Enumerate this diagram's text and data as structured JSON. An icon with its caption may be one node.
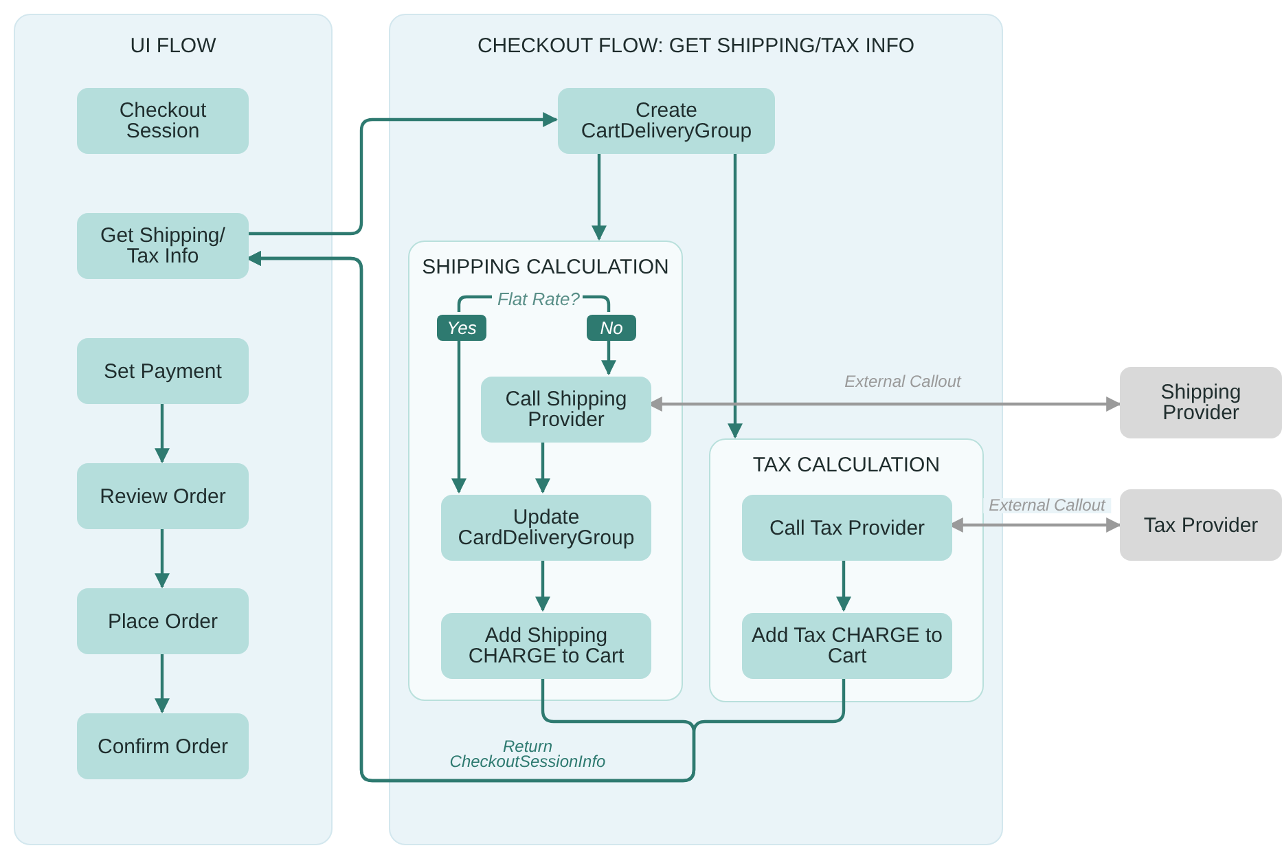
{
  "diagram": {
    "nodes": [
      {
        "text": [
          "UI FLOW"
        ]
      },
      {
        "text": [
          "Checkout Session"
        ],
        "in": 0
      },
      {
        "text": [
          "Get Shipping/ Tax Info"
        ],
        "in": 0
      },
      {
        "text": [
          "Set Payment"
        ],
        "in": 0
      },
      {
        "text": [
          "Review Order"
        ],
        "in": 0
      },
      {
        "text": [
          "Place Order"
        ],
        "in": 0
      },
      {
        "text": [
          "Confirm Order"
        ],
        "in": 0
      },
      {
        "text": [
          "CHECKOUT FLOW: GET SHIPPING/TAX INFO"
        ]
      },
      {
        "text": [
          "Create CartDeliveryGroup"
        ],
        "in": 7
      },
      {
        "text": [
          "SHIPPING CALCULATION"
        ],
        "in": 7
      },
      {
        "text": [
          "Flat Rate?"
        ],
        "in": 9
      },
      {
        "text": [
          "Yes"
        ],
        "in": 9
      },
      {
        "text": [
          "No"
        ],
        "in": 9
      },
      {
        "text": [
          "Call Shipping Provider"
        ],
        "in": 9
      },
      {
        "text": [
          "Update CardDeliveryGroup"
        ],
        "in": 9
      },
      {
        "text": [
          "Add Shipping CHARGE to Cart"
        ],
        "in": 9
      },
      {
        "text": [
          "TAX CALCULATION"
        ],
        "in": 7
      },
      {
        "text": [
          "Call Tax Provider"
        ],
        "in": 16
      },
      {
        "text": [
          "Add Tax CHARGE to Cart"
        ],
        "in": 16
      },
      {
        "text": [
          "Shipping Provider"
        ]
      },
      {
        "text": [
          "Tax Provider"
        ]
      }
    ],
    "edges": [
      {
        "from": 2,
        "to": 8,
        "arrow": "to"
      },
      {
        "from": 8,
        "to": 9,
        "arrow": "to"
      },
      {
        "from": 8,
        "to": 16,
        "arrow": "to"
      },
      {
        "from": 10,
        "to": 11,
        "arrow": "none"
      },
      {
        "from": 10,
        "to": 12,
        "arrow": "none"
      },
      {
        "from": 11,
        "to": 14,
        "arrow": "to"
      },
      {
        "from": 12,
        "to": 13,
        "arrow": "to"
      },
      {
        "from": 13,
        "to": 14,
        "arrow": "to"
      },
      {
        "from": 14,
        "to": 15,
        "arrow": "to"
      },
      {
        "from": 13,
        "to": 19,
        "arrow": "both",
        "label": "External Callout",
        "color": "#9a9a9a"
      },
      {
        "from": 17,
        "to": 18,
        "arrow": "to"
      },
      {
        "from": 17,
        "to": 20,
        "arrow": "both",
        "label": "External Callout",
        "color": "#9a9a9a"
      },
      {
        "from": 15,
        "to": 2,
        "arrow": "to",
        "label": "Return CheckoutSessionInfo"
      },
      {
        "from": 18,
        "to": 2,
        "arrow": "to"
      },
      {
        "from": 3,
        "to": 4,
        "arrow": "to"
      },
      {
        "from": 4,
        "to": 5,
        "arrow": "to"
      },
      {
        "from": 5,
        "to": 6,
        "arrow": "to"
      }
    ]
  }
}
